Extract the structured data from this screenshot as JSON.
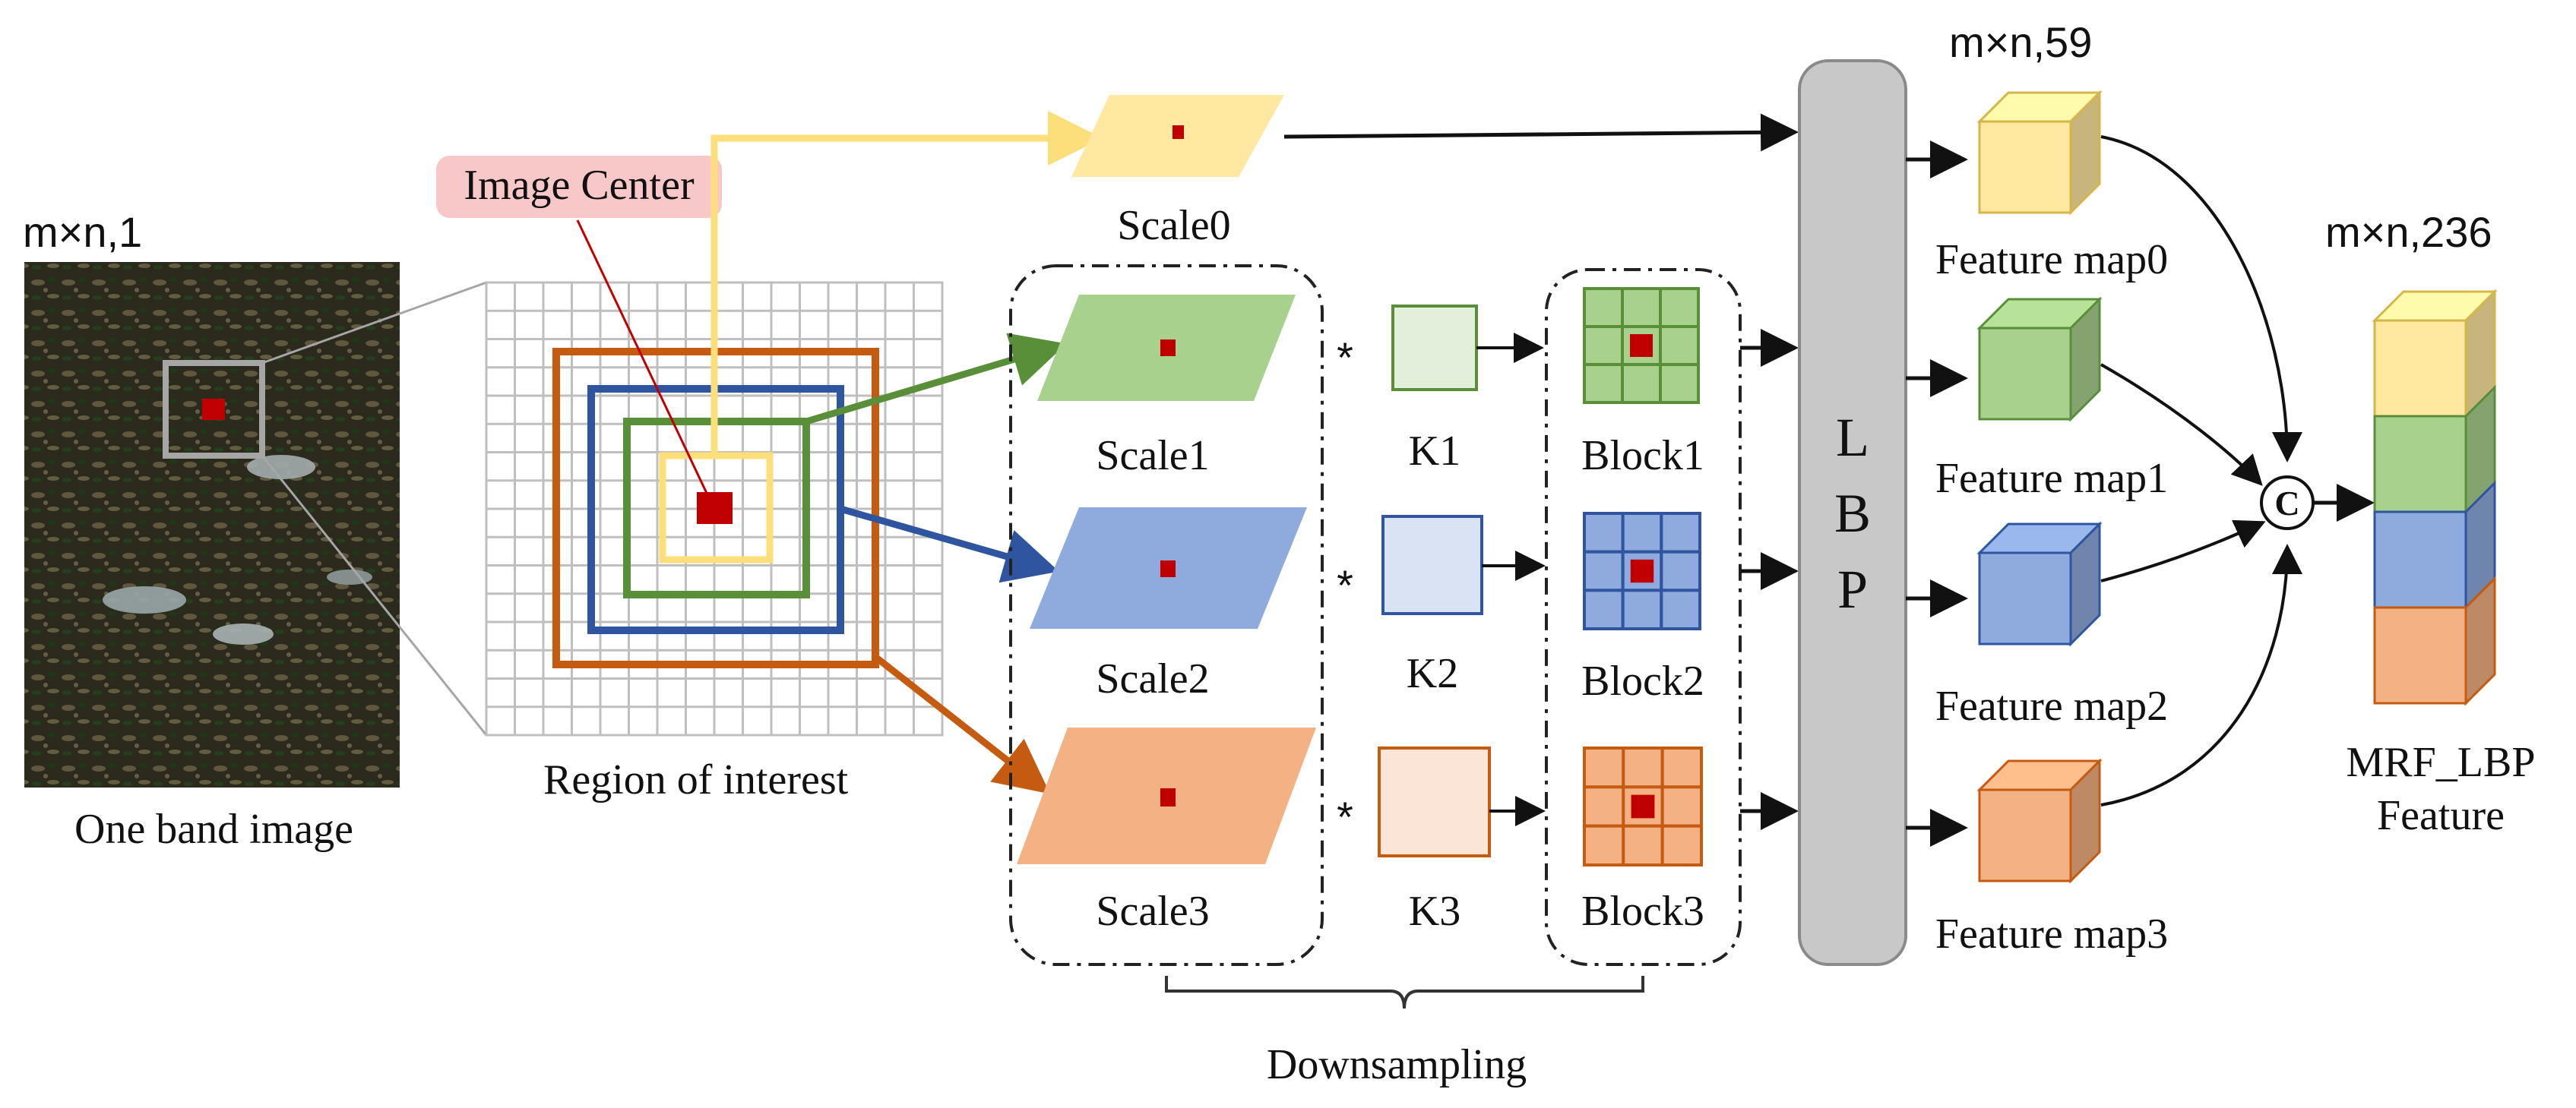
{
  "labels": {
    "dims_input": "m×n,1",
    "input_caption": "One band image",
    "image_center": "Image Center",
    "roi_caption": "Region of interest",
    "scale0": "Scale0",
    "scale1": "Scale1",
    "scale2": "Scale2",
    "scale3": "Scale3",
    "k1": "K1",
    "k2": "K2",
    "k3": "K3",
    "block1": "Block1",
    "block2": "Block2",
    "block3": "Block3",
    "conv_op": "*",
    "downsampling": "Downsampling",
    "lbp_l": "L",
    "lbp_b": "B",
    "lbp_p": "P",
    "dims_feature": "m×n,59",
    "fmap0": "Feature map0",
    "fmap1": "Feature map1",
    "fmap2": "Feature map2",
    "fmap3": "Feature map3",
    "concat": "C",
    "dims_output": "m×n,236",
    "output_line1": "MRF_LBP",
    "output_line2": "Feature"
  },
  "colors": {
    "yellow": "#FCDE7A",
    "yellow_fill": "#FFE8A0",
    "green": "#5A8F3A",
    "green_fill": "#A9D18E",
    "blue": "#2F55A0",
    "blue_fill": "#8FAADC",
    "orange": "#C55A11",
    "orange_fill": "#F4B183",
    "center_red": "#C00000",
    "lbp_gray": "#C8C8C8",
    "grid_gray": "#BFBFBF"
  }
}
